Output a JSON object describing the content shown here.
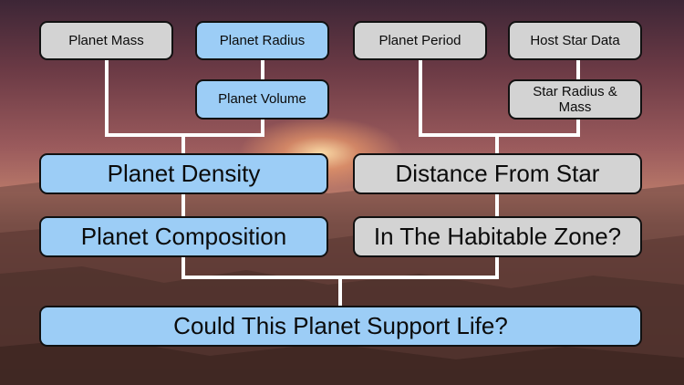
{
  "inputs": {
    "planet_mass": "Planet Mass",
    "planet_radius": "Planet Radius",
    "planet_volume": "Planet Volume",
    "planet_period": "Planet Period",
    "host_star_data": "Host Star Data",
    "star_radius_mass_line1": "Star Radius &",
    "star_radius_mass_line2": "Mass"
  },
  "derived": {
    "planet_density": "Planet Density",
    "distance_from_star": "Distance From Star",
    "planet_composition": "Planet Composition",
    "habitable_zone": "In The Habitable Zone?"
  },
  "conclusion": "Could This Planet Support Life?",
  "colors": {
    "planet_branch": "#9ccdf6",
    "star_branch": "#d3d3d3",
    "connector": "#ffffff"
  }
}
